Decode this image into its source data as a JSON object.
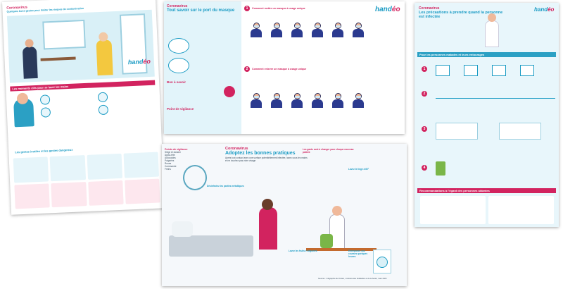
{
  "brand": {
    "logo_main": "hand",
    "logo_accent": "éo"
  },
  "poster1": {
    "title": "Coronavirus",
    "subtitle": "Quelques bons gestes pour limiter les risques de contamination",
    "band_hands": "Les moments clés pour se laver les mains",
    "band_gestures": "Les gestes inutiles et les gestes dangereux"
  },
  "poster2": {
    "title": "Coronavirus",
    "subtitle": "Tout savoir sur le port du masque",
    "section1": "Comment mettre un masque à usage unique",
    "section2": "Comment enlever un masque à usage unique",
    "bon": "Bon à savoir",
    "vigilance": "Point de vigilance"
  },
  "poster3": {
    "title": "Coronavirus",
    "subtitle": "Adoptez les bonnes pratiques",
    "intro": "Après tout contact avec une surface potentiellement infectée, lavez-vous les mains et ne touchez pas votre visage",
    "list_title": "Points de vigilance",
    "list": [
      "Siège et dossier",
      "Appui-tête",
      "Accoudoirs",
      "Poignées",
      "Roues",
      "Commande",
      "Freins"
    ],
    "gloves": "Les gants sont à changer pour chaque nouveau patient",
    "tip_desinfect": "Désinfectez les parties métalliques",
    "tip_fruits": "Lavez les fruits et légumes",
    "tip_courses": "Entreposez vos courses quelques heures",
    "tip_linge": "Lavez le linge à 60°",
    "source": "Sources : infographie du Portam, ministère des Solidarités et de la Santé, mars 2020"
  },
  "poster4": {
    "title": "Coronavirus",
    "subtitle": "Les précautions à prendre quand la personne est infectée",
    "band_top": "Pour les personnes malades et leurs entourages",
    "band_bottom": "Recommandations à l'égard des personnes aidantes"
  },
  "colors": {
    "brand_blue": "#1a9bc4",
    "brand_pink": "#d2235f",
    "uniform_navy": "#2b3a8f"
  }
}
